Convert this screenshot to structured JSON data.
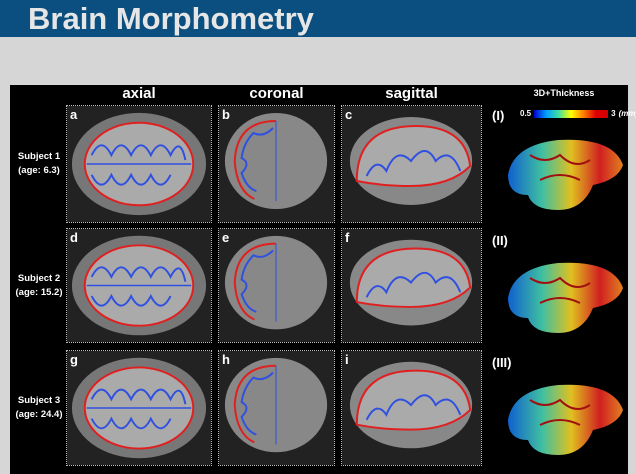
{
  "title": "Brain Morphometry",
  "columns": [
    "axial",
    "coronal",
    "sagittal",
    "3D+Thickness"
  ],
  "scale": {
    "min": "0.5",
    "max": "3",
    "unit": "(mm)"
  },
  "rows": [
    {
      "subject": "Subject 1",
      "age": "(age: 6.3)",
      "letters": [
        "a",
        "b",
        "c"
      ],
      "roman": "(I)"
    },
    {
      "subject": "Subject 2",
      "age": "(age: 15.2)",
      "letters": [
        "d",
        "e",
        "f"
      ],
      "roman": "(II)"
    },
    {
      "subject": "Subject 3",
      "age": "(age: 24.4)",
      "letters": [
        "g",
        "h",
        "i"
      ],
      "roman": "(III)"
    }
  ],
  "colors": {
    "header": "#0b4f80",
    "contour_outer": "#e02020",
    "contour_inner": "#3050e0"
  }
}
